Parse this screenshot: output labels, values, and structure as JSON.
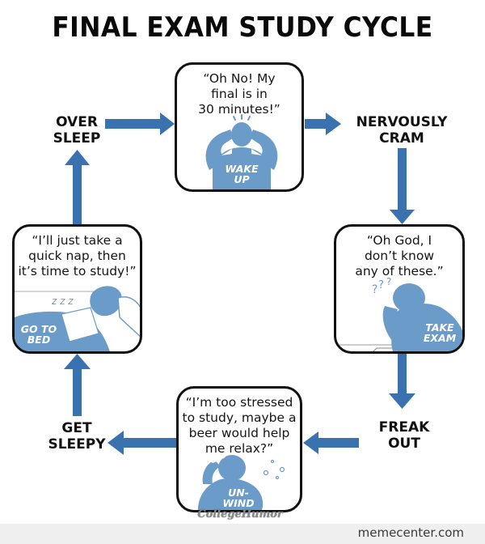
{
  "title": "FINAL EXAM STUDY CYCLE",
  "colors": {
    "arrow": "#3A72B0",
    "figure": "#6A9BC9",
    "border": "#111111",
    "footer_bg": "#EFEFEF"
  },
  "stages": [
    {
      "id": "wake-up",
      "quote_lines": [
        "“Oh No! My",
        "final is in",
        "30 minutes!”"
      ],
      "caption_lines": [
        "WAKE",
        "UP"
      ],
      "figure": "person-holding-head"
    },
    {
      "id": "take-exam",
      "quote_lines": [
        "“Oh God, I",
        "don’t know",
        "any of these.”"
      ],
      "caption_lines": [
        "TAKE",
        "EXAM"
      ],
      "figure": "person-confused-at-desk",
      "doodle": "?? ?"
    },
    {
      "id": "unwind",
      "quote_lines": [
        "“I’m too stressed",
        "to study, maybe a",
        "beer would help",
        "me relax?”"
      ],
      "caption_lines": [
        "UN-",
        "WIND"
      ],
      "figure": "person-drinking-beer"
    },
    {
      "id": "go-to-bed",
      "quote_lines": [
        "“I’ll just take a",
        "quick nap, then",
        "it’s time to study!”"
      ],
      "caption_lines": [
        "GO TO",
        "BED"
      ],
      "figure": "person-sleeping",
      "doodle": "z z z"
    }
  ],
  "transitions": [
    {
      "from": "wake-up",
      "to": "take-exam",
      "label_lines": [
        "NERVOUSLY",
        "CRAM"
      ]
    },
    {
      "from": "take-exam",
      "to": "unwind",
      "label_lines": [
        "FREAK",
        "OUT"
      ]
    },
    {
      "from": "unwind",
      "to": "go-to-bed",
      "label_lines": [
        "GET",
        "SLEEPY"
      ]
    },
    {
      "from": "go-to-bed",
      "to": "wake-up",
      "label_lines": [
        "OVER",
        "SLEEP"
      ]
    }
  ],
  "watermarks": {
    "credit": "CollegeHumor",
    "site": "memecenter.com"
  }
}
